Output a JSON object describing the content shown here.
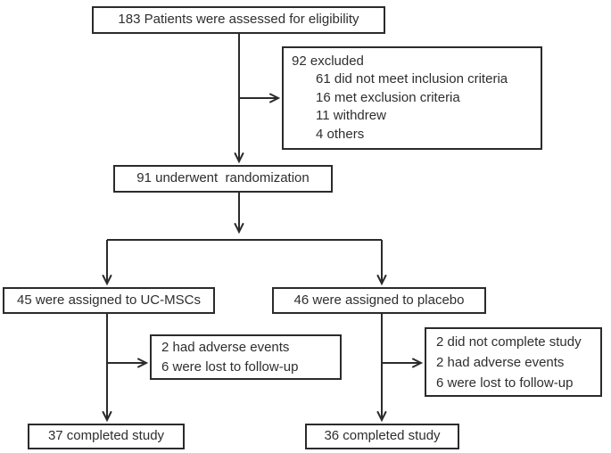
{
  "colors": {
    "line": "#2b2b2b",
    "text": "#2e2e2e",
    "background": "#ffffff"
  },
  "flow": {
    "eligibility": {
      "text": "183 Patients were assessed for eligibility"
    },
    "excluded": {
      "lines": [
        "92 excluded",
        "61 did not meet inclusion criteria",
        "16 met exclusion criteria",
        "11 withdrew",
        "4 others"
      ]
    },
    "randomization": {
      "text": "91 underwent  randomization"
    },
    "arm_ucmscs": {
      "text": "45 were assigned to UC-MSCs"
    },
    "arm_placebo": {
      "text": "46 were assigned to placebo"
    },
    "ucmscs_dropout": {
      "lines": [
        "2 had adverse events",
        "6 were lost to follow-up"
      ]
    },
    "placebo_dropout": {
      "lines": [
        "2 did not complete study",
        "2 had adverse events",
        "6 were lost to follow-up"
      ]
    },
    "ucmscs_completed": {
      "text": "37 completed study"
    },
    "placebo_completed": {
      "text": "36 completed study"
    }
  }
}
